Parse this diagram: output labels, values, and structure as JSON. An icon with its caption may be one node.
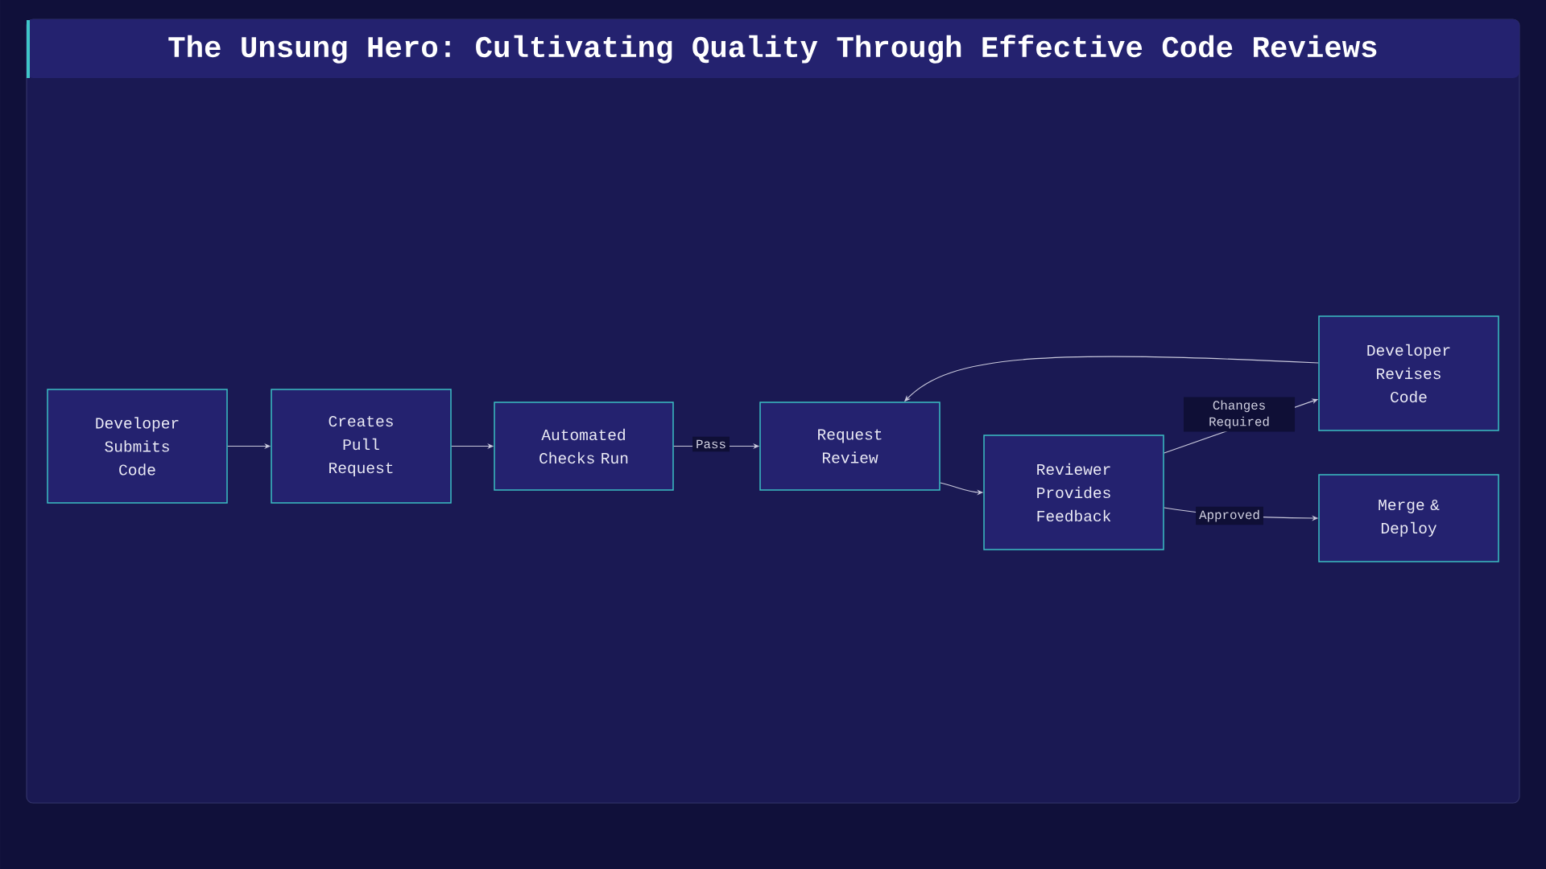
{
  "diagram": {
    "title": "The Unsung Hero: Cultivating Quality Through Effective Code Reviews",
    "nodes": [
      {
        "text": [
          "Developer Submits Code"
        ]
      },
      {
        "text": [
          "Creates Pull Request"
        ]
      },
      {
        "text": [
          "Automated Checks Run"
        ]
      },
      {
        "text": [
          "Request Review"
        ]
      },
      {
        "text": [
          "Reviewer Provides Feedback"
        ]
      },
      {
        "text": [
          "Developer Revises Code"
        ]
      },
      {
        "text": [
          "Merge & Deploy"
        ]
      }
    ],
    "edges": [
      {
        "from": 0,
        "to": 1,
        "arrow": "to"
      },
      {
        "from": 1,
        "to": 2,
        "arrow": "to"
      },
      {
        "from": 2,
        "to": 3,
        "arrow": "to",
        "label": "Pass"
      },
      {
        "from": 3,
        "to": 4,
        "arrow": "to"
      },
      {
        "from": 4,
        "to": 5,
        "arrow": "to",
        "label": "Changes Required"
      },
      {
        "from": 4,
        "to": 6,
        "arrow": "to",
        "label": "Approved"
      },
      {
        "from": 5,
        "to": 3,
        "arrow": "to"
      }
    ]
  }
}
